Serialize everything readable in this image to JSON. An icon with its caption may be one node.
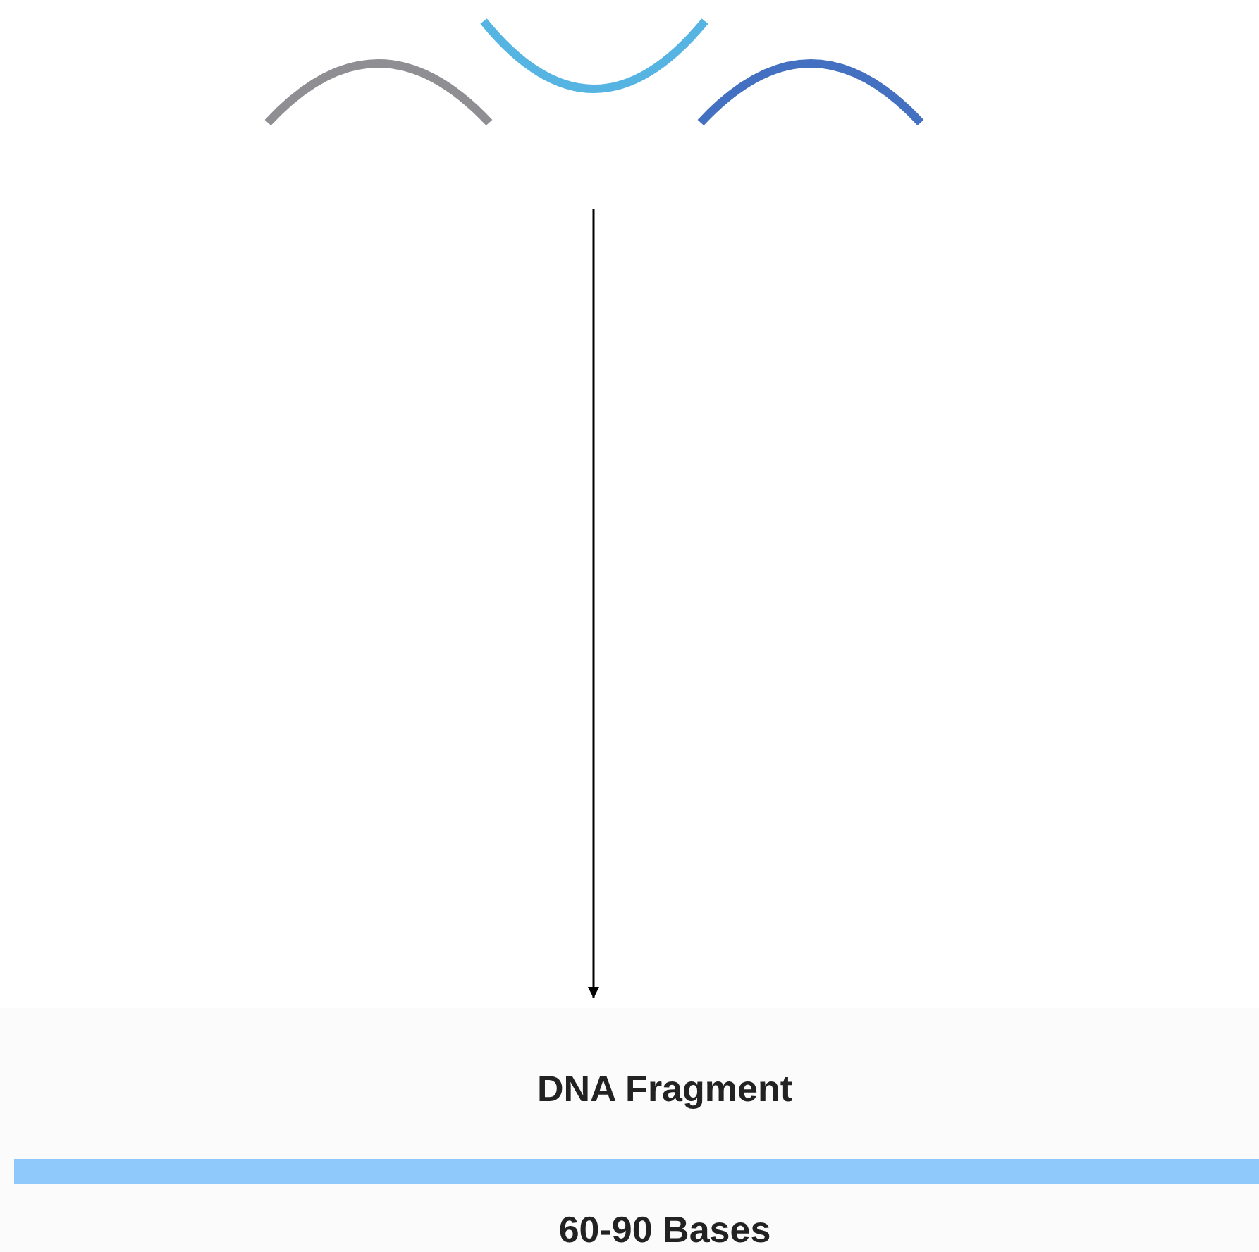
{
  "diagram": {
    "nodes": [
      {
        "text": [],
        "shape": "picture"
      },
      {
        "text": [
          "DNA Fragment",
          "60-90 Bases"
        ]
      },
      {
        "text": [],
        "shape": "bar",
        "in": 1
      }
    ],
    "edges": [
      {
        "from": 0,
        "to": 1,
        "arrow": "to"
      }
    ]
  }
}
